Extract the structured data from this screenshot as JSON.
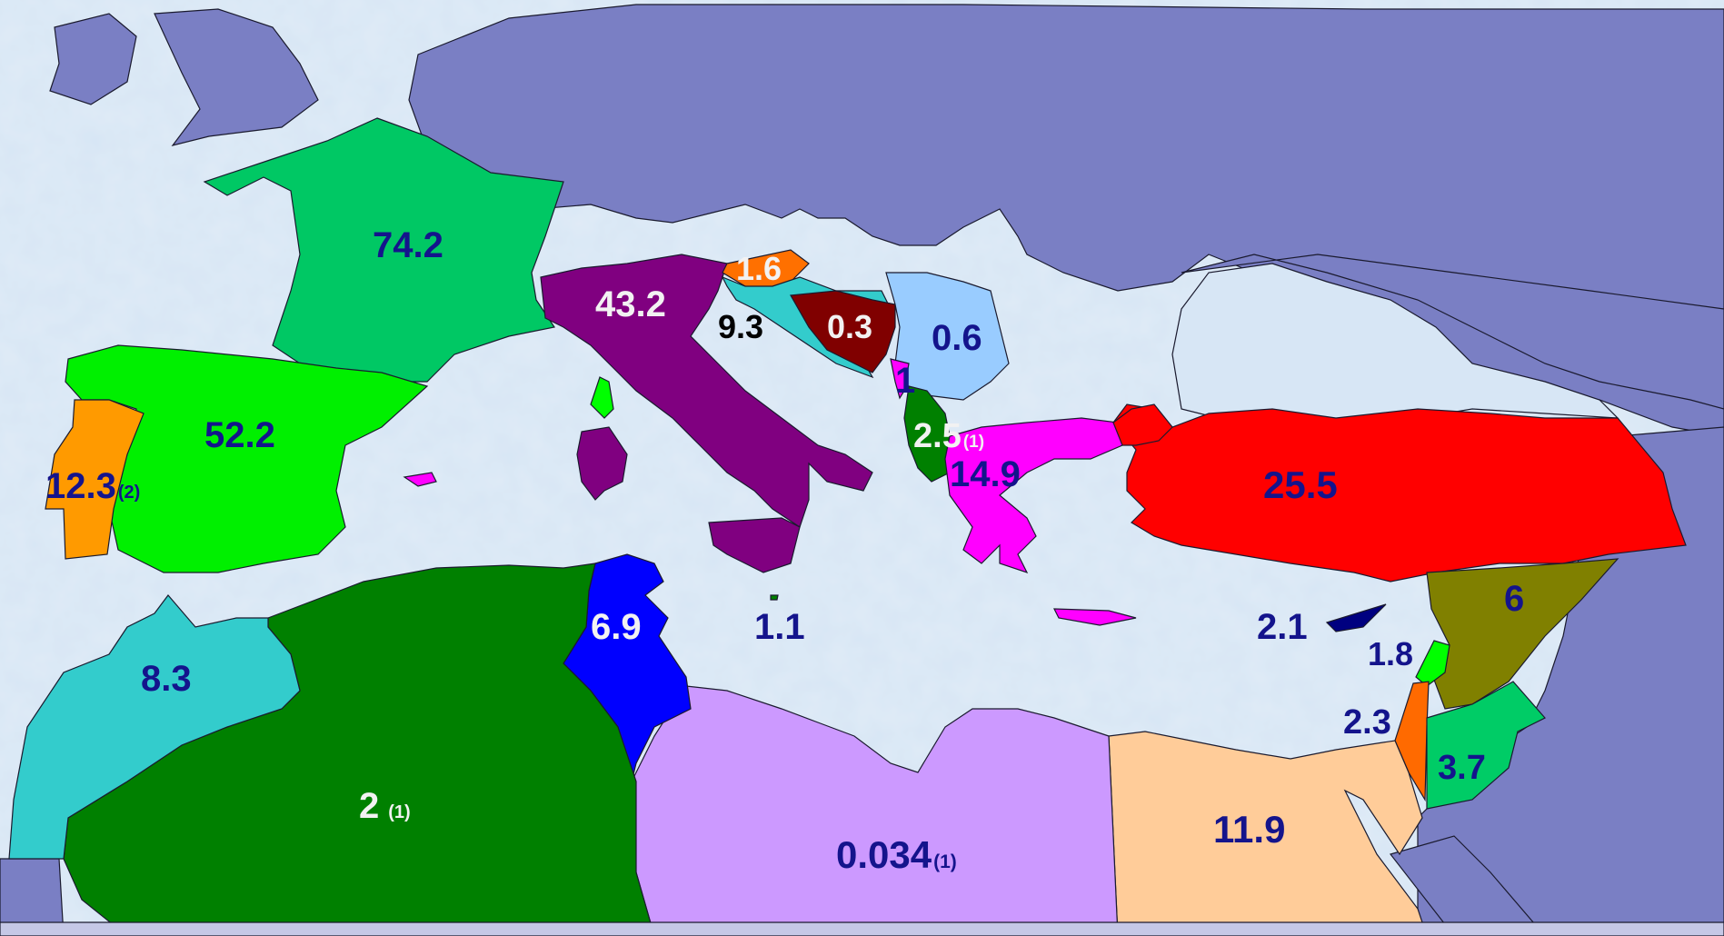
{
  "colors": {
    "sea": "#d7e6f5",
    "land_other": "#7a7fc4",
    "border": "#1a1a2e",
    "label_dark": "#14148c",
    "label_white": "#f2f2f2",
    "label_black": "#000000"
  },
  "regions": [
    {
      "id": "portugal",
      "color": "#ff9a00",
      "value": "12.3",
      "note": "(2)",
      "label_color": "#14148c"
    },
    {
      "id": "spain",
      "color": "#00f000",
      "value": "52.2",
      "note": "",
      "label_color": "#14148c"
    },
    {
      "id": "france",
      "color": "#00c864",
      "value": "74.2",
      "note": "",
      "label_color": "#14148c"
    },
    {
      "id": "italy",
      "color": "#800080",
      "value": "43.2",
      "note": "",
      "label_color": "#f2f2f2"
    },
    {
      "id": "slovenia",
      "color": "#ff7000",
      "value": "1.6",
      "note": "",
      "label_color": "#f2f2f2"
    },
    {
      "id": "croatia",
      "color": "#33cccc",
      "value": "9.3",
      "note": "",
      "label_color": "#000000"
    },
    {
      "id": "bosnia",
      "color": "#800000",
      "value": "0.3",
      "note": "",
      "label_color": "#f2f2f2"
    },
    {
      "id": "serbia",
      "color": "#99ccff",
      "value": "0.6",
      "note": "",
      "label_color": "#14148c"
    },
    {
      "id": "montenegro",
      "color": "#14148c",
      "value": "1",
      "note": "",
      "label_color": "#14148c"
    },
    {
      "id": "albania",
      "color": "#008000",
      "value": "2.5",
      "note": "(1)",
      "label_color": "#f2f2f2"
    },
    {
      "id": "greece",
      "color": "#ff00ff",
      "value": "14.9",
      "note": "",
      "label_color": "#14148c"
    },
    {
      "id": "turkey",
      "color": "#ff0000",
      "value": "25.5",
      "note": "",
      "label_color": "#14148c"
    },
    {
      "id": "cyprus",
      "color": "#000080",
      "value": "2.1",
      "note": "",
      "label_color": "#14148c"
    },
    {
      "id": "syria",
      "color": "#808000",
      "value": "6",
      "note": "",
      "label_color": "#14148c"
    },
    {
      "id": "lebanon",
      "color": "#00ff00",
      "value": "1.8",
      "note": "",
      "label_color": "#14148c"
    },
    {
      "id": "israel",
      "color": "#ff6a00",
      "value": "2.3",
      "note": "",
      "label_color": "#14148c"
    },
    {
      "id": "jordan",
      "color": "#00cc66",
      "value": "3.7",
      "note": "",
      "label_color": "#14148c"
    },
    {
      "id": "egypt",
      "color": "#ffcc99",
      "value": "11.9",
      "note": "",
      "label_color": "#14148c"
    },
    {
      "id": "libya",
      "color": "#cc99ff",
      "value": "0.034",
      "note": "(1)",
      "label_color": "#14148c"
    },
    {
      "id": "tunisia",
      "color": "#0000ff",
      "value": "6.9",
      "note": "",
      "label_color": "#f2f2f2"
    },
    {
      "id": "algeria",
      "color": "#008000",
      "value": "2",
      "note": "(1)",
      "label_color": "#f2f2f2"
    },
    {
      "id": "morocco",
      "color": "#33cccc",
      "value": "8.3",
      "note": "",
      "label_color": "#14148c"
    },
    {
      "id": "malta",
      "color": "#008000",
      "value": "1.1",
      "note": "",
      "label_color": "#14148c"
    }
  ]
}
